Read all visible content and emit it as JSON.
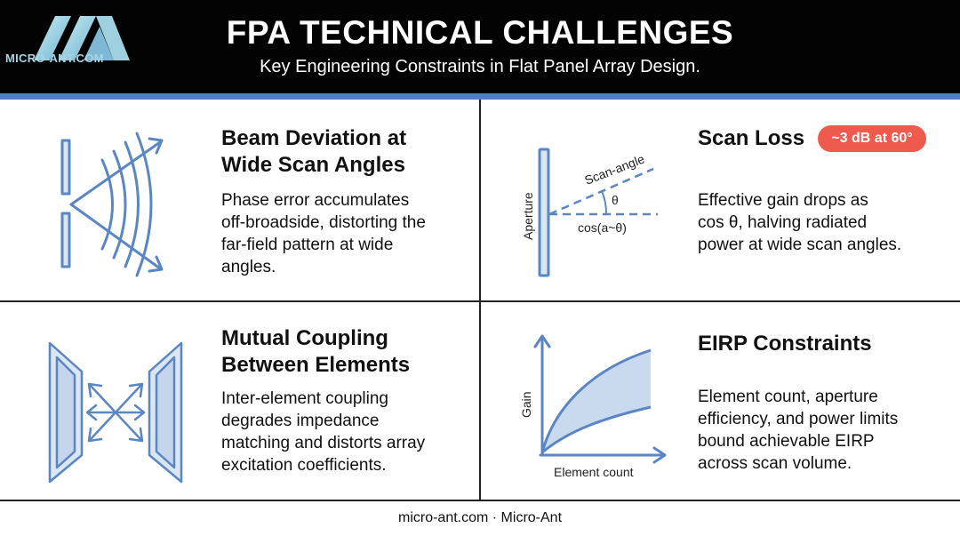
{
  "header": {
    "title": "FPA TECHNICAL CHALLENGES",
    "subtitle": "Key Engineering Constraints in Flat Panel Array Design.",
    "logo_text": "MICRO-ANT.COM"
  },
  "colors": {
    "header_bg": "#030303",
    "accent_bar": "#4f7fc0",
    "illustration_blue": "#5b86c4",
    "badge_red": "#ef5a4e",
    "logo_teal": "#a6d6e4"
  },
  "panels": {
    "beam_deviation": {
      "title_line1": "Beam Deviation at",
      "title_line2": "Wide Scan Angles",
      "body": [
        "Phase error accumulates",
        "off-broadside, distorting the",
        "far-field pattern at wide",
        "angles."
      ],
      "icon": "beam-deviation-icon"
    },
    "scan_loss": {
      "title": "Scan Loss",
      "badge": "~3 dB at 60°",
      "body": [
        "Effective gain drops as",
        "cos θ, halving radiated",
        "power at wide scan angles."
      ],
      "diagram": {
        "aperture_label": "Aperture",
        "scan_angle_label": "Scan-angle",
        "theta_label": "θ",
        "cos_label": "cos(a~θ)"
      }
    },
    "mutual_coupling": {
      "title_line1": "Mutual Coupling",
      "title_line2": "Between Elements",
      "body": [
        "Inter-element coupling",
        "degrades impedance",
        "matching and distorts array",
        "excitation coefficients."
      ],
      "icon": "mutual-coupling-icon"
    },
    "eirp": {
      "title": "EIRP Constraints",
      "body": [
        "Element count, aperture",
        "efficiency, and power limits",
        "bound achievable EIRP",
        "across scan volume."
      ],
      "diagram": {
        "ylabel": "Gain",
        "xlabel": "Element count"
      }
    }
  },
  "footer": {
    "text": "micro-ant.com · Micro-Ant"
  }
}
